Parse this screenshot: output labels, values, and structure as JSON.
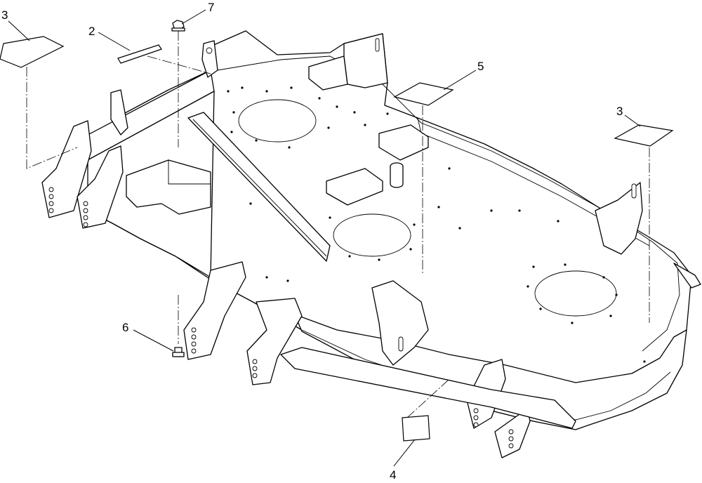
{
  "diagram": {
    "callouts": [
      {
        "id": "c3a",
        "label": "3"
      },
      {
        "id": "c2",
        "label": "2"
      },
      {
        "id": "c7",
        "label": "7"
      },
      {
        "id": "c5",
        "label": "5"
      },
      {
        "id": "c3b",
        "label": "3"
      },
      {
        "id": "c6",
        "label": "6"
      },
      {
        "id": "c4",
        "label": "4"
      }
    ]
  }
}
